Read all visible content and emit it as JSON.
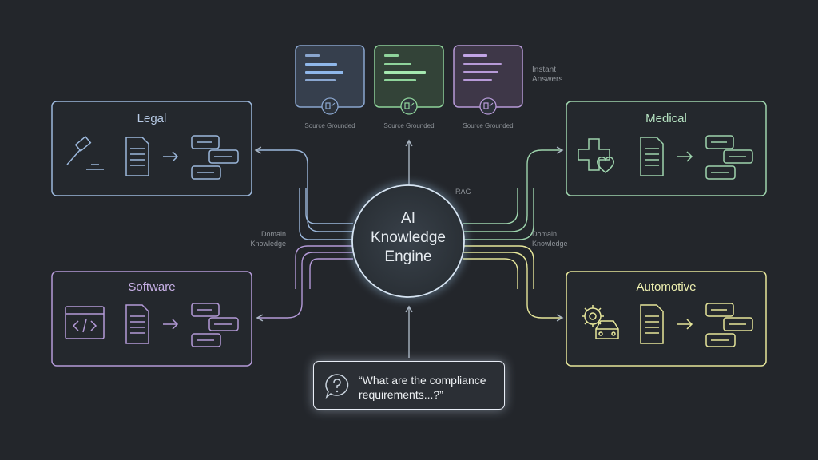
{
  "center": {
    "lines": [
      "AI",
      "Knowledge",
      "Engine"
    ]
  },
  "top": {
    "caption_lines": [
      "Instant",
      "Answers"
    ],
    "cards": [
      {
        "caption": "Source Grounded",
        "color": "#8aa6cf"
      },
      {
        "caption": "Source Grounded",
        "color": "#8fd49b"
      },
      {
        "caption": "Source Grounded",
        "color": "#b79ad8"
      }
    ]
  },
  "flow_labels": {
    "rag": "RAG",
    "domain_knowledge_left": [
      "Domain",
      "Knowledge"
    ],
    "domain_knowledge_right": [
      "Domain",
      "Knowledge"
    ]
  },
  "domains": [
    {
      "id": "legal",
      "title": "Legal",
      "color": "#9cb8dc",
      "icon": "gavel-icon"
    },
    {
      "id": "medical",
      "title": "Medical",
      "color": "#9ed4ad",
      "icon": "medical-cross-heart-icon"
    },
    {
      "id": "software",
      "title": "Software",
      "color": "#b49ad8",
      "icon": "code-window-icon"
    },
    {
      "id": "automotive",
      "title": "Automotive",
      "color": "#e6e69a",
      "icon": "car-gear-icon"
    }
  ],
  "query": {
    "lines": [
      "“What are the compliance",
      "requirements...?”"
    ],
    "icon": "question-bubble-icon"
  }
}
